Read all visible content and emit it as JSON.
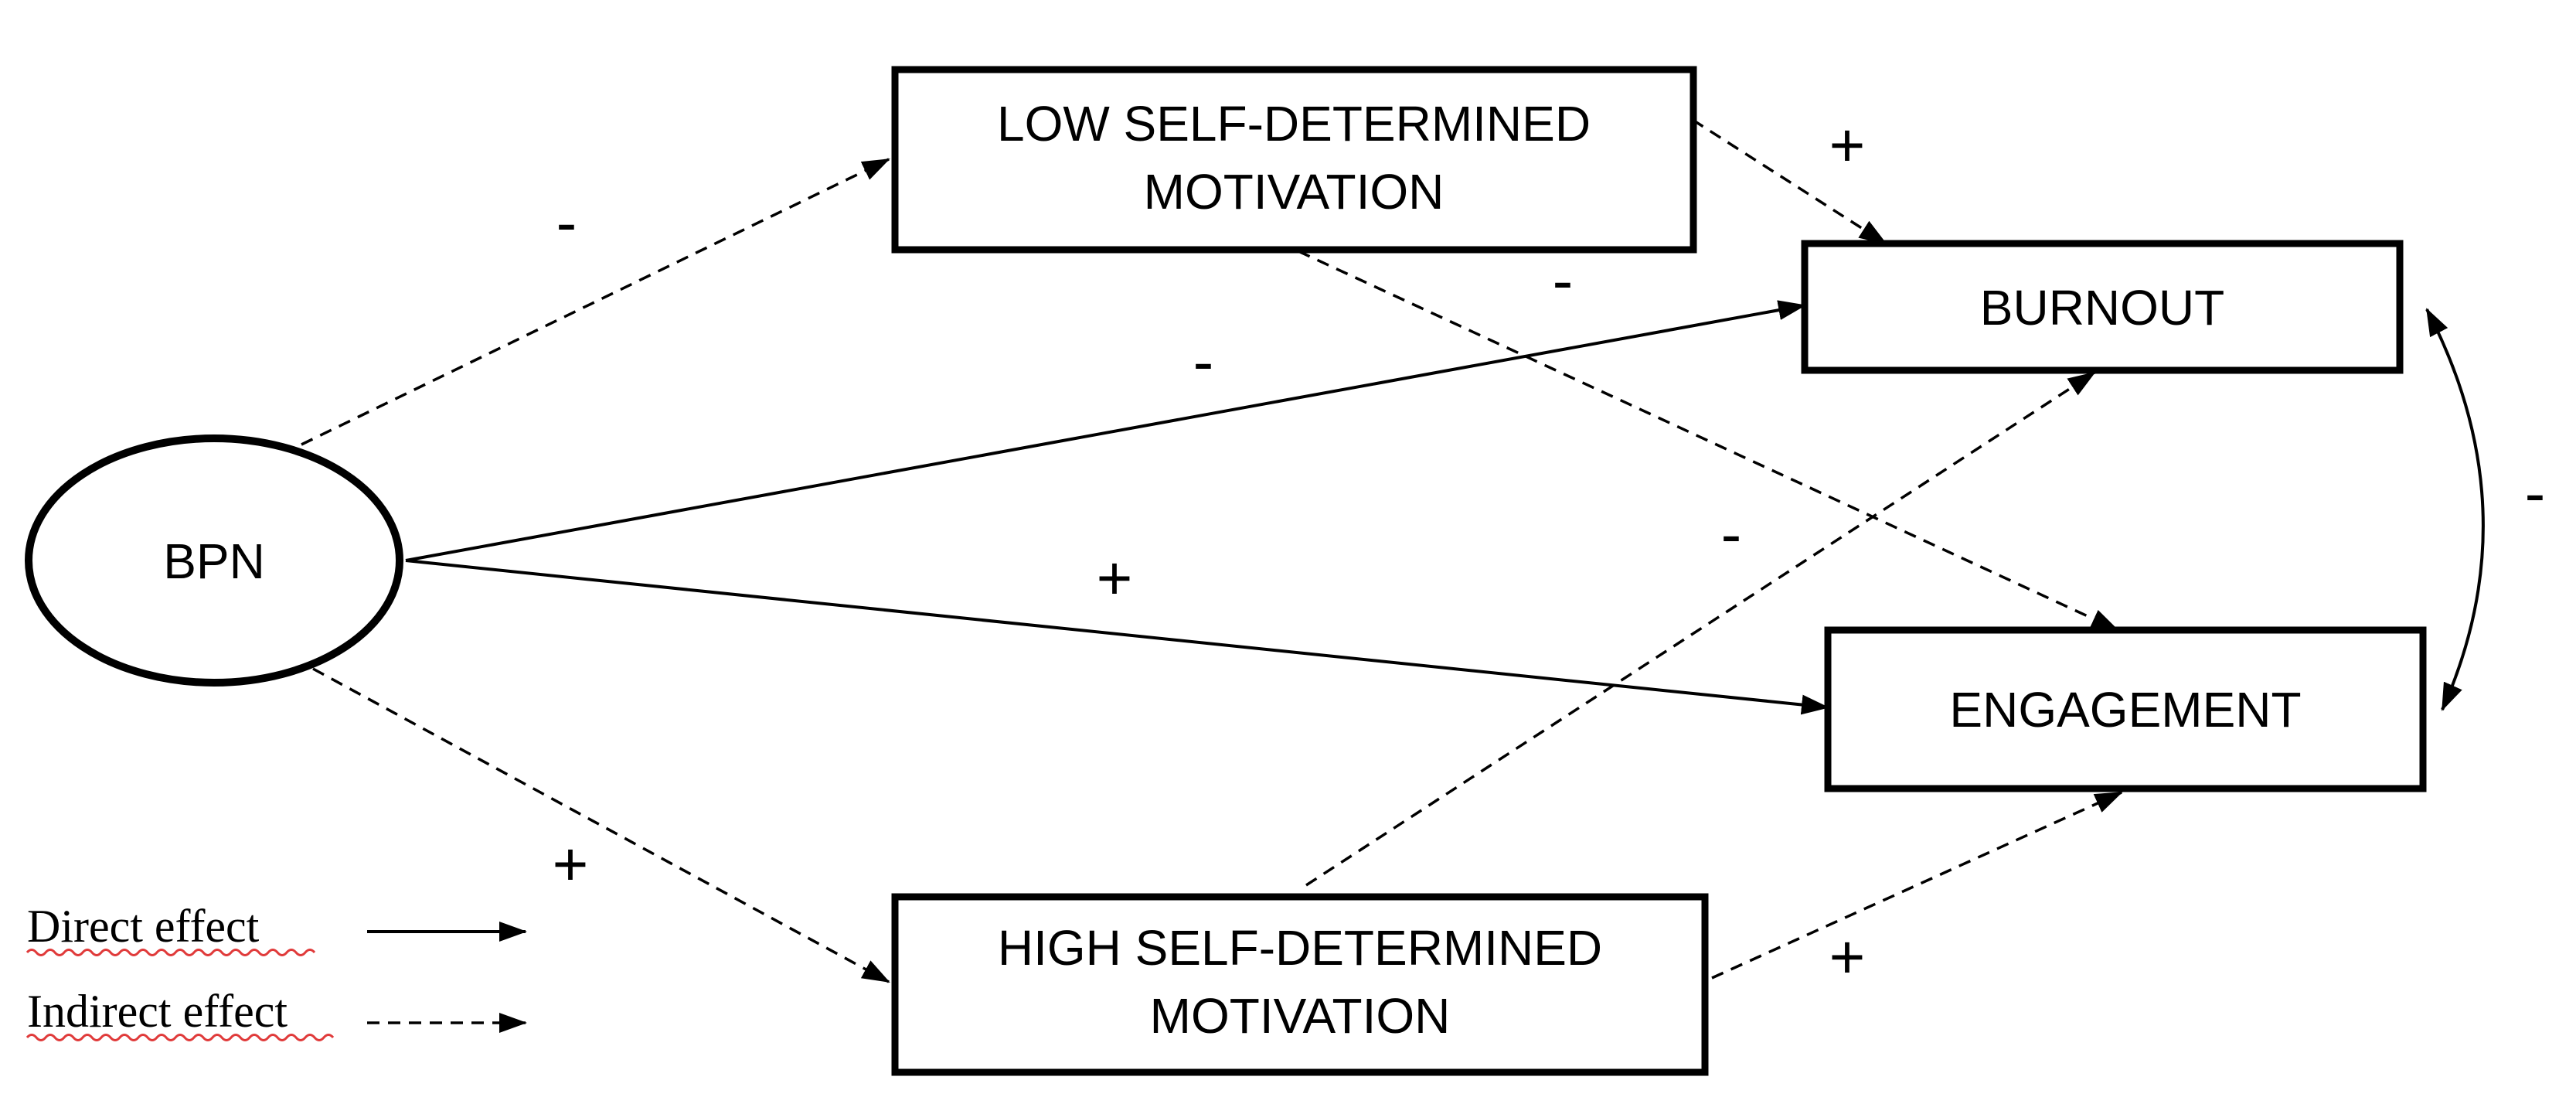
{
  "nodes": {
    "bpn": "BPN",
    "low_motivation": [
      "LOW SELF-DETERMINED",
      "MOTIVATION"
    ],
    "high_motivation": [
      "HIGH SELF-DETERMINED",
      "MOTIVATION"
    ],
    "burnout": "BURNOUT",
    "engagement": "ENGAGEMENT"
  },
  "effects": {
    "bpn_to_low": "-",
    "bpn_to_high": "+",
    "bpn_to_burnout": "-",
    "bpn_to_engagement": "+",
    "low_to_burnout": "+",
    "low_to_engagement": "-",
    "high_to_burnout": "-",
    "high_to_engagement": "+",
    "burnout_engagement_correlation": "-"
  },
  "legend": {
    "direct": "Direct effect",
    "indirect": "Indirect effect"
  }
}
